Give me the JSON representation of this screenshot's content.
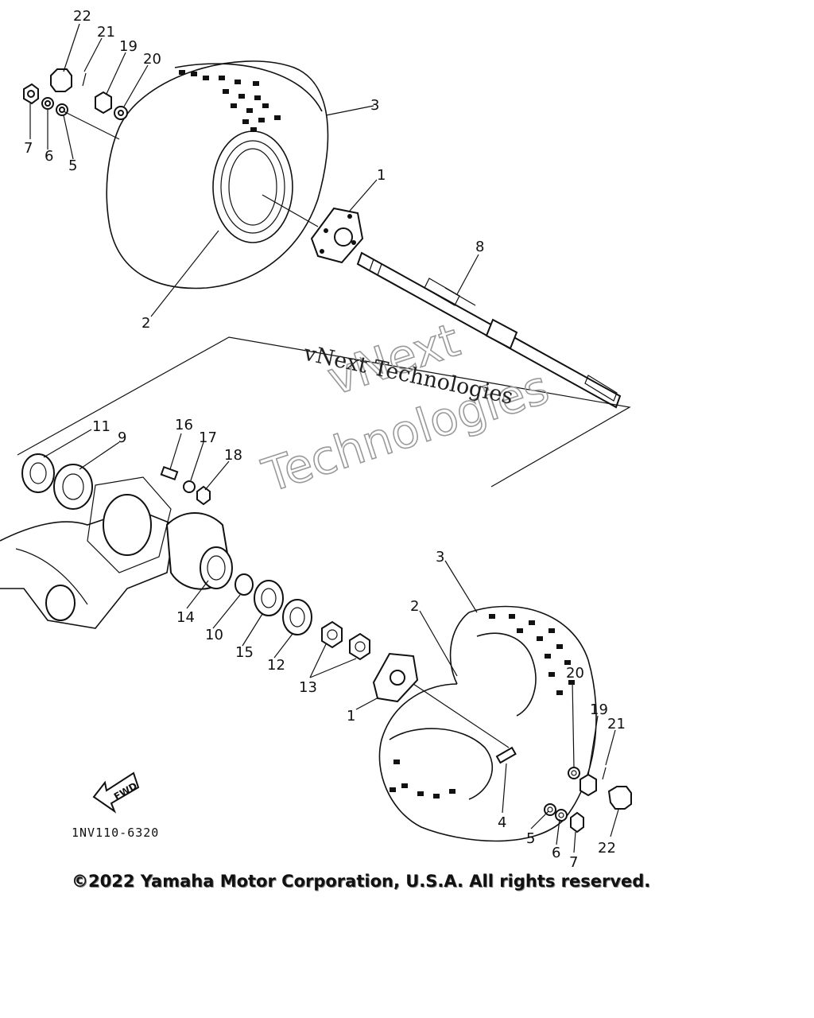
{
  "callouts": {
    "upper": [
      "22",
      "21",
      "19",
      "20",
      "3",
      "7",
      "6",
      "5",
      "1",
      "8",
      "2"
    ],
    "middle": [
      "11",
      "9",
      "16",
      "17",
      "18",
      "14",
      "10",
      "15",
      "12",
      "13",
      "1"
    ],
    "lower": [
      "3",
      "2",
      "20",
      "19",
      "21",
      "4",
      "5",
      "6",
      "7",
      "22"
    ]
  },
  "watermark": {
    "line1": "vNext",
    "line2": "Technologies",
    "small": "vNext Technologies"
  },
  "fwd_label": "FWD",
  "diagram_code": "1NV110-6320",
  "copyright": "©2022 Yamaha Motor Corporation, U.S.A. All rights reserved."
}
